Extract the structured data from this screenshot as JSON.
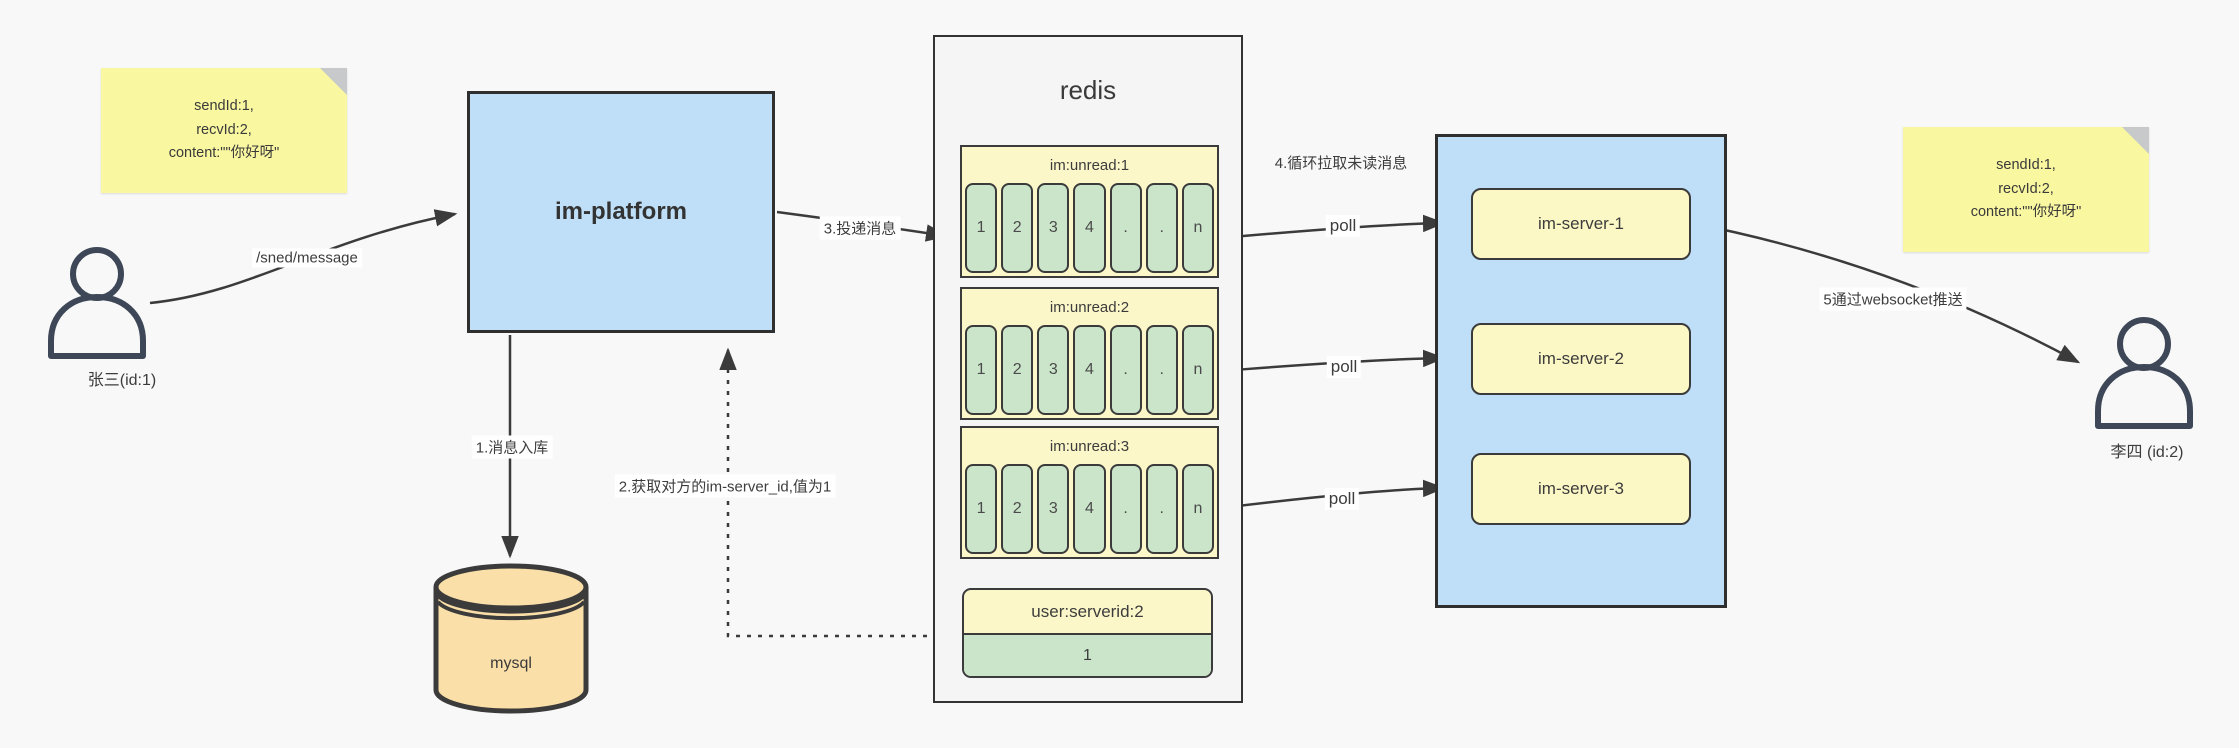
{
  "colors": {
    "background": "#f8f8f8",
    "container_blue": "#bedff7",
    "note_yellow": "#faf7a1",
    "queue_yellow": "#fcf7c9",
    "cell_green": "#cbe5ca",
    "server_yellow": "#fcf8c5",
    "db_peach": "#fbdfa9",
    "line": "#3b3b3b"
  },
  "users": {
    "sender": {
      "label": "张三(id:1)"
    },
    "receiver": {
      "label": "李四 (id:2)"
    }
  },
  "notes": {
    "sender": {
      "line1": "sendId:1,",
      "line2": "recvId:2,",
      "line3": "content:\"\"你好呀\""
    },
    "receiver": {
      "line1": "sendId:1,",
      "line2": "recvId:2,",
      "line3": "content:\"\"你好呀\""
    }
  },
  "platform": {
    "label": "im-platform"
  },
  "database": {
    "label": "mysql"
  },
  "redis": {
    "title": "redis",
    "queues": [
      {
        "name": "im:unread:1",
        "cells": [
          "1",
          "2",
          "3",
          "4",
          ".",
          ".",
          "n"
        ]
      },
      {
        "name": "im:unread:2",
        "cells": [
          "1",
          "2",
          "3",
          "4",
          ".",
          ".",
          "n"
        ]
      },
      {
        "name": "im:unread:3",
        "cells": [
          "1",
          "2",
          "3",
          "4",
          ".",
          ".",
          "n"
        ]
      }
    ],
    "kv": {
      "key": "user:serverid:2",
      "value": "1"
    }
  },
  "servers": {
    "items": [
      {
        "label": "im-server-1"
      },
      {
        "label": "im-server-2"
      },
      {
        "label": "im-server-3"
      }
    ]
  },
  "edges": {
    "send": "/sned/message",
    "step1": "1.消息入库",
    "step2": "2.获取对方的im-server_id,值为1",
    "step3": "3.投递消息",
    "step4": "4.循环拉取未读消息",
    "poll": "poll",
    "step5": "5通过websocket推送"
  }
}
